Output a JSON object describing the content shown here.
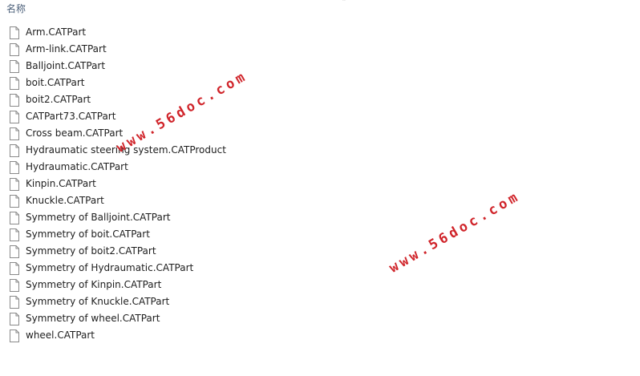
{
  "header": {
    "name_column": "名称"
  },
  "files": [
    {
      "name": "Arm.CATPart",
      "icon": "document-icon"
    },
    {
      "name": "Arm-link.CATPart",
      "icon": "document-icon"
    },
    {
      "name": "Balljoint.CATPart",
      "icon": "document-icon"
    },
    {
      "name": "boit.CATPart",
      "icon": "document-icon"
    },
    {
      "name": "boit2.CATPart",
      "icon": "document-icon"
    },
    {
      "name": "CATPart73.CATPart",
      "icon": "document-icon"
    },
    {
      "name": "Cross beam.CATPart",
      "icon": "document-icon"
    },
    {
      "name": "Hydraumatic steering system.CATProduct",
      "icon": "document-icon"
    },
    {
      "name": "Hydraumatic.CATPart",
      "icon": "document-icon"
    },
    {
      "name": "Kinpin.CATPart",
      "icon": "document-icon"
    },
    {
      "name": "Knuckle.CATPart",
      "icon": "document-icon"
    },
    {
      "name": "Symmetry of Balljoint.CATPart",
      "icon": "document-icon"
    },
    {
      "name": "Symmetry of boit.CATPart",
      "icon": "document-icon"
    },
    {
      "name": "Symmetry of boit2.CATPart",
      "icon": "document-icon"
    },
    {
      "name": "Symmetry of Hydraumatic.CATPart",
      "icon": "document-icon"
    },
    {
      "name": "Symmetry of Kinpin.CATPart",
      "icon": "document-icon"
    },
    {
      "name": "Symmetry of Knuckle.CATPart",
      "icon": "document-icon"
    },
    {
      "name": "Symmetry of wheel.CATPart",
      "icon": "document-icon"
    },
    {
      "name": "wheel.CATPart",
      "icon": "document-icon"
    }
  ],
  "watermark": {
    "text": "www.56doc.com",
    "color": "#d0242a"
  }
}
